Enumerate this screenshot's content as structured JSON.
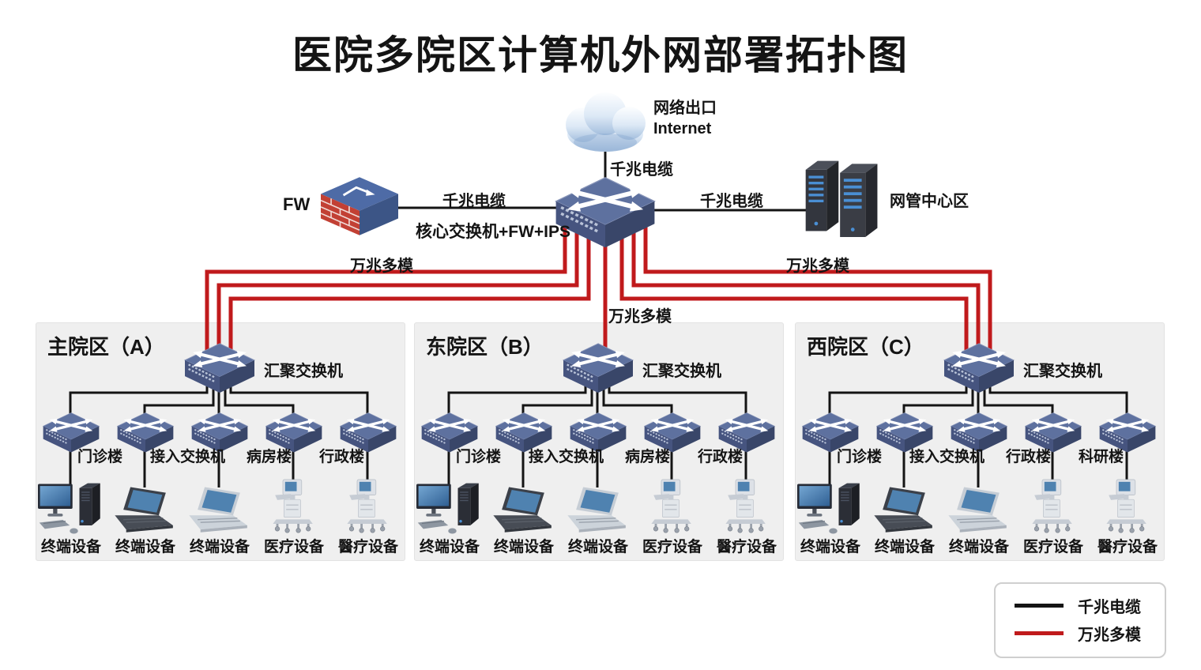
{
  "title": "医院多院区计算机外网部署拓扑图",
  "internet": {
    "line1": "网络出口",
    "line2": "Internet"
  },
  "labels": {
    "fw": "FW",
    "core": "核心交换机+FW+IPS",
    "nms": "网管中心区"
  },
  "links": {
    "cloud_core": "千兆电缆",
    "fw_core": "千兆电缆",
    "core_nms": "千兆电缆",
    "tenG_left": "万兆多模",
    "tenG_mid": "万兆多模",
    "tenG_right": "万兆多模"
  },
  "campuses": [
    {
      "title": "主院区（A）",
      "agg_label": "汇聚交换机",
      "building_labels": [
        "门诊楼",
        "接入交换机",
        "病房楼",
        "行政楼"
      ],
      "device_labels": [
        "终端设备",
        "终端设备",
        "终端设备",
        "医疗设备",
        "醫疗设备"
      ]
    },
    {
      "title": "东院区（B）",
      "agg_label": "汇聚交换机",
      "building_labels": [
        "门诊楼",
        "接入交换机",
        "病房楼",
        "行政楼"
      ],
      "device_labels": [
        "终端设备",
        "终端设备",
        "终端设备",
        "医疗设备",
        "醫疗设备"
      ]
    },
    {
      "title": "西院区（C）",
      "agg_label": "汇聚交换机",
      "building_labels": [
        "门诊楼",
        "接入交换机",
        "行政楼",
        "科研楼"
      ],
      "device_labels": [
        "终端设备",
        "终端设备",
        "终端设备",
        "医疗设备",
        "醫疗设备"
      ]
    }
  ],
  "legend": {
    "items": [
      {
        "label": "千兆电缆",
        "color": "#141414"
      },
      {
        "label": "万兆多模",
        "color": "#c01a1c"
      }
    ]
  },
  "colors": {
    "cable_1g": "#141414",
    "cable_10g": "#c01a1c",
    "panel_bg": "#efefef"
  }
}
